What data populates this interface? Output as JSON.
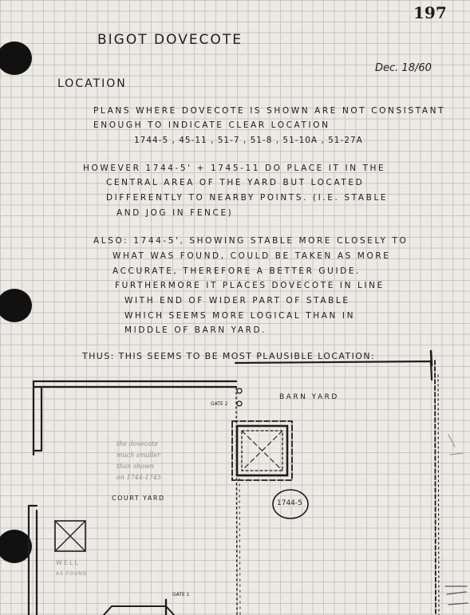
{
  "page_number": "197",
  "title": "Bigot Dovecote",
  "date": "Dec. 18/60",
  "section_heading": "Location",
  "paragraphs": [
    {
      "lines": [
        "Plans where Dovecote is shown are not consistant",
        "enough to indicate clear location",
        "1744-5 , 45-11 , 51-7 , 51-8 , 51-10a , 51-27a"
      ]
    },
    {
      "lines": [
        "However 1744-5' + 1745-11 do place it in the",
        "central area of the yard but located",
        "differently to nearby points. (i.e. stable",
        "and jog in fence)"
      ]
    },
    {
      "lines": [
        "Also: 1744-5', showing stable more closely to",
        "what was found, could be taken as more",
        "accurate, therefore a better guide.",
        "Furthermore it places Dovecote in line",
        "with end of wider part of stable",
        "which seems more logical than in",
        "middle of barn yard."
      ]
    }
  ],
  "conclusion": "Thus: this seems to be most plausible location:",
  "sketch": {
    "barn_yard_label": "Barn yard",
    "gate_2_label": "Gate 2",
    "gate_1_label": "Gate 1",
    "plan_reference": "1744-5",
    "court_yard_label": "Court yard",
    "well_label": "Well",
    "well_note": "as found",
    "pencil_note": "the dovecote\nmuch smaller\nthan shown\non 1744-1745"
  },
  "colors": {
    "ink": "#1d1d1d",
    "pencil": "#8c8c86",
    "grid": "#c7c7c2",
    "paper": "#eceae4"
  }
}
